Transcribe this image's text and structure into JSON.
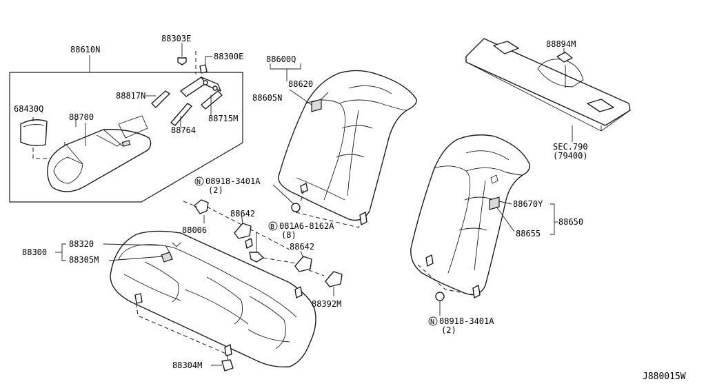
{
  "labels": {
    "p88610N": "88610N",
    "p88303E": "88303E",
    "p88300E": "88300E",
    "p88817N": "88817N",
    "p88715M": "88715M",
    "p88764": "88764",
    "p68430Q": "68430Q",
    "p88700": "88700",
    "p88600Q": "88600Q",
    "p88620": "88620",
    "p88605N": "88605N",
    "p88894M": "88894M",
    "sec790": "SEC.790",
    "sec790_ref": "(79400)",
    "nut1_code": "08918-3401A",
    "nut1_qty": "(2)",
    "nut_symbol": "N",
    "bolt_symbol": "B",
    "p88642a": "88642",
    "p88006": "88006",
    "bolt_code": "081A6-8162A",
    "bolt_qty": "(8)",
    "p88642b": "88642",
    "p88300": "88300",
    "p88320": "88320",
    "p88305M": "88305M",
    "p88392M": "88392M",
    "p88304M": "88304M",
    "p88670Y": "88670Y",
    "p88650": "88650",
    "p88655": "88655",
    "nut2_code": "08918-3401A",
    "nut2_qty": "(2)",
    "diagram_id": "J880015W"
  }
}
